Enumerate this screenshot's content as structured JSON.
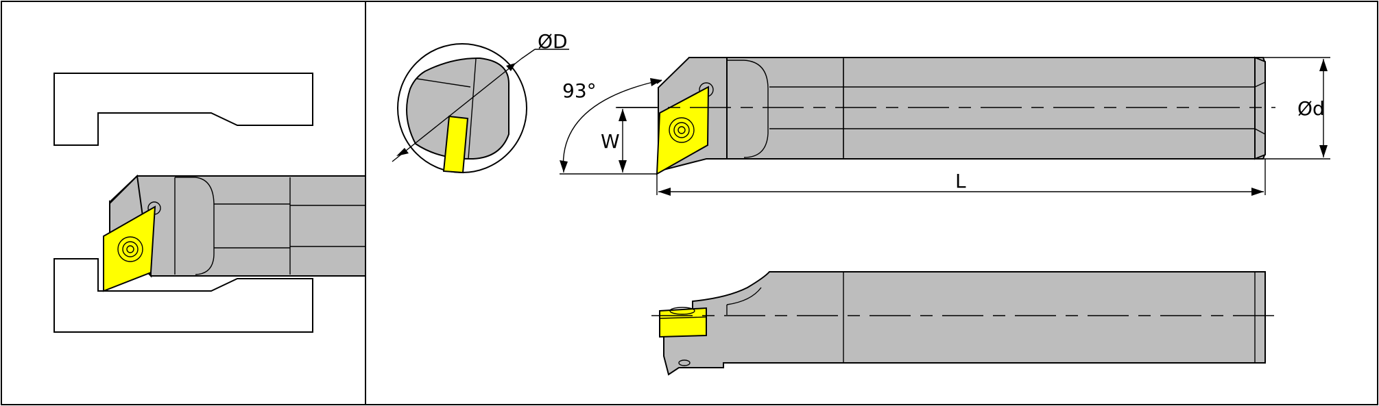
{
  "labels": {
    "bore_dia": "ØD",
    "shank_dia": "Ød",
    "angle": "93°",
    "width": "W",
    "length": "L"
  },
  "colors": {
    "tool_body": "#bdbdbd",
    "insert": "#ffff00",
    "line": "#000000",
    "background": "#ffffff"
  }
}
